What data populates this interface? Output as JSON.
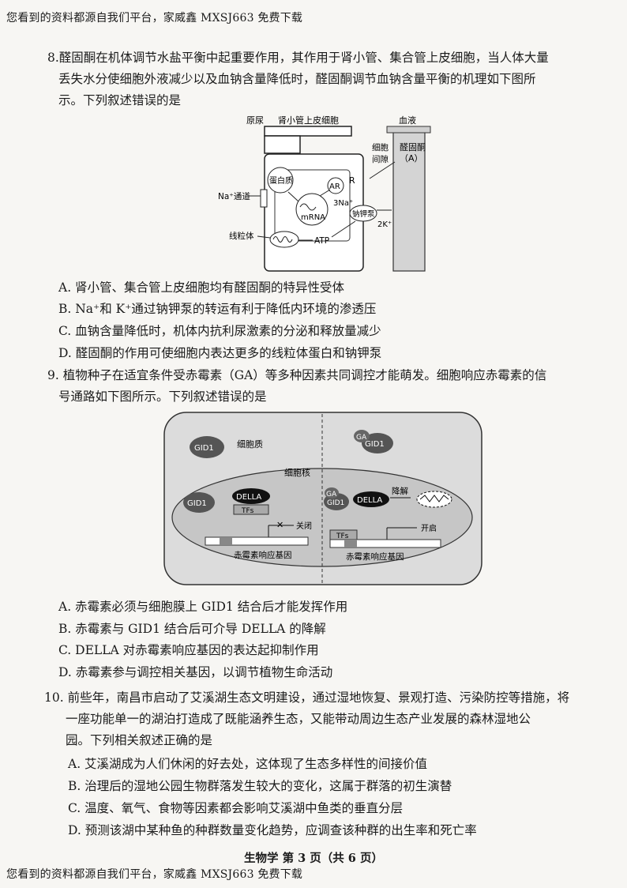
{
  "header": {
    "notice": "您看到的资料都源自我们平台，家威鑫 MXSJ663  免费下载"
  },
  "footer": {
    "page_label": "生物学  第 3 页（共 6 页）",
    "notice": "您看到的资料都源自我们平台，家威鑫 MXSJ663  免费下载"
  },
  "q8": {
    "lines": [
      "8.醛固酮在机体调节水盐平衡中起重要作用，其作用于肾小管、集合管上皮细胞，当人体大量",
      "丢失水分使细胞外液减少以及血钠含量降低时，醛固酮调节血钠含量平衡的机理如下图所",
      "示。下列叙述错误的是"
    ],
    "figure": {
      "urine": "原尿",
      "epithelial": "肾小管上皮细胞",
      "blood": "血液",
      "interstitial_1": "细胞",
      "interstitial_2": "间隙",
      "aldosterone": "醛固酮",
      "aldosterone_code": "（A）",
      "R": "R",
      "AR": "AR",
      "protein": "蛋白质",
      "mrna": "mRNA",
      "na_channel": "Na⁺通道",
      "na_three": "3Na⁺",
      "pump": "钠钾泵",
      "k_two": "2K⁺",
      "mito": "线粒体",
      "atp": "ATP"
    },
    "options": [
      "A. 肾小管、集合管上皮细胞均有醛固酮的特异性受体",
      "B. Na⁺和 K⁺通过钠钾泵的转运有利于降低内环境的渗透压",
      "C. 血钠含量降低时，机体内抗利尿激素的分泌和释放量减少",
      "D. 醛固酮的作用可使细胞内表达更多的线粒体蛋白和钠钾泵"
    ]
  },
  "q9": {
    "lines": [
      "9. 植物种子在适宜条件受赤霉素（GA）等多种因素共同调控才能萌发。细胞响应赤霉素的信",
      "号通路如下图所示。下列叙述错误的是"
    ],
    "figure": {
      "cytoplasm": "细胞质",
      "nucleus": "细胞核",
      "gid1": "GID1",
      "ga": "GA",
      "della": "DELLA",
      "tfs": "TFs",
      "degrade": "降解",
      "closed": "关闭",
      "open": "开启",
      "gene": "赤霉素响应基因",
      "cross": "✕"
    },
    "options": [
      "A. 赤霉素必须与细胞膜上 GID1 结合后才能发挥作用",
      "B. 赤霉素与 GID1 结合后可介导 DELLA 的降解",
      "C. DELLA 对赤霉素响应基因的表达起抑制作用",
      "D. 赤霉素参与调控相关基因，以调节植物生命活动"
    ]
  },
  "q10": {
    "lines": [
      "10. 前些年，南昌市启动了艾溪湖生态文明建设，通过湿地恢复、景观打造、污染防控等措施，将",
      "一座功能单一的湖泊打造成了既能涵养生态，又能带动周边生态产业发展的森林湿地公",
      "园。下列相关叙述正确的是"
    ],
    "options": [
      "A. 艾溪湖成为人们休闲的好去处，这体现了生态多样性的间接价值",
      "B. 治理后的湿地公园生物群落发生较大的变化，这属于群落的初生演替",
      "C. 温度、氧气、食物等因素都会影响艾溪湖中鱼类的垂直分层",
      "D. 预测该湖中某种鱼的种群数量变化趋势，应调查该种群的出生率和死亡率"
    ]
  }
}
